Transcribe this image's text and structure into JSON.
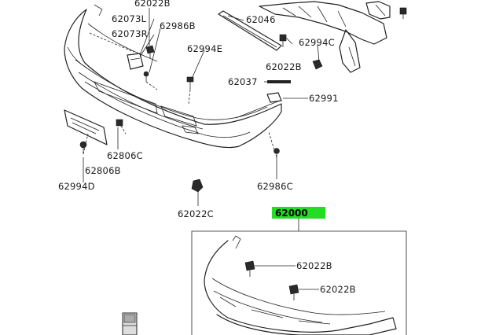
{
  "highlight_color": "#22dd22",
  "labels": {
    "p62022b_top": "62022B",
    "p62073l": "62073L",
    "p62073r": "62073R",
    "p62986b": "62986B",
    "p62046": "62046",
    "p62994c": "62994C",
    "p62022b_mid": "62022B",
    "p62994e": "62994E",
    "p62037": "62037",
    "p62991": "62991",
    "p62806c": "62806C",
    "p62806b": "62806B",
    "p62994d": "62994D",
    "p62986c": "62986C",
    "p62022c": "62022C",
    "p62000": "62000",
    "p62022b_box1": "62022B",
    "p62022b_box2": "62022B"
  }
}
